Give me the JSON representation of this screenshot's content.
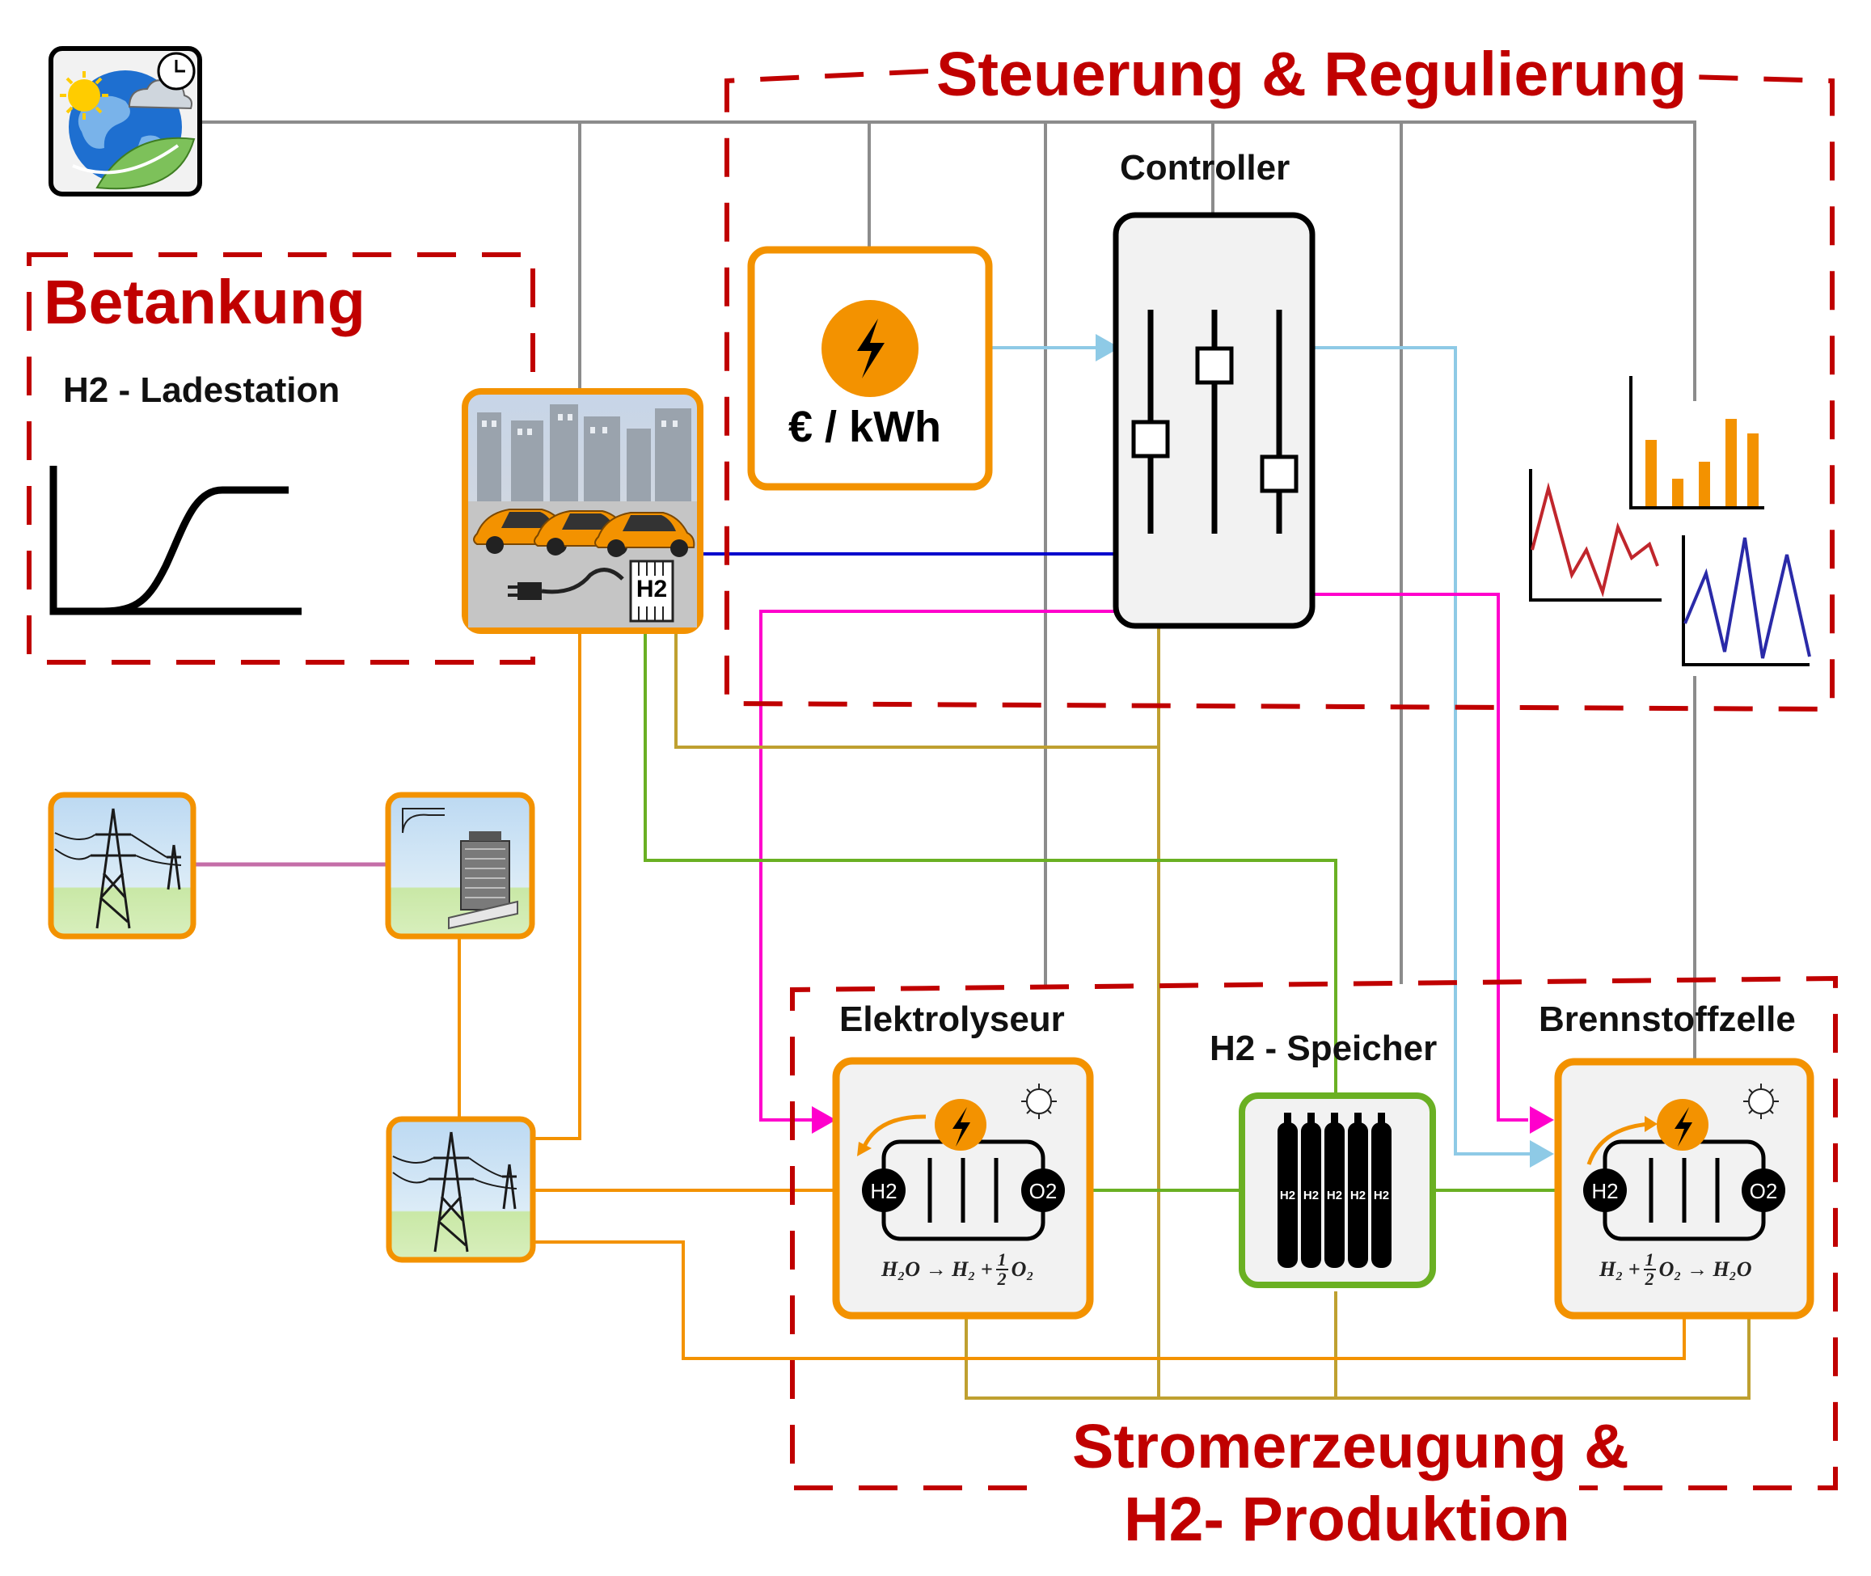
{
  "colors": {
    "region_border": "#c00000",
    "node_border": "#f39200",
    "storage_border": "#6ab023",
    "controller_fill": "#f2f2f2",
    "info_line": "#8c8c8c",
    "price_line": "#8ecae6",
    "fuel_line": "#0000cc",
    "command_line": "#ff00cc",
    "electric_line": "#f39200",
    "hydrogen_line": "#6ab023",
    "measure_line": "#bfa030",
    "grid_link": "#c46ea8"
  },
  "regions": {
    "control": "Steuerung & Regulierung",
    "refuel": "Betankung",
    "production_line1": "Stromerzeugung &",
    "production_line2": "H2- Produktion"
  },
  "nodes": {
    "weather": {
      "icon": "weather-globe-clock-icon"
    },
    "price": {
      "label": "€ / kWh",
      "icon": "lightning-bolt-icon"
    },
    "controller": {
      "label": "Controller",
      "icon": "slider-controls-icon"
    },
    "station": {
      "label": "H2 - Ladestation",
      "badge": "H2",
      "icon": "city-cars-hydrogen-icon"
    },
    "grid1": {
      "icon": "power-pylon-icon"
    },
    "transformer": {
      "icon": "transformer-icon"
    },
    "grid2": {
      "icon": "power-pylon-icon"
    },
    "electrolyzer": {
      "label": "Elektrolyseur",
      "left_port": "H2",
      "right_port": "O2",
      "formula_parts": [
        "H₂O → H₂ +",
        "1",
        "2",
        "O₂"
      ],
      "icon": "electrolyzer-cell-icon"
    },
    "storage": {
      "label": "H2 - Speicher",
      "tanks": [
        "H2",
        "H2",
        "H2",
        "H2",
        "H2"
      ],
      "icon": "gas-cylinders-icon"
    },
    "fuelcell": {
      "label": "Brennstoffzelle",
      "left_port": "H2",
      "right_port": "O2",
      "formula_parts": [
        "H₂ +",
        "1",
        "2",
        "O₂ → H₂O"
      ],
      "icon": "fuel-cell-icon"
    }
  },
  "charts": {
    "demand_profile": {
      "type": "line",
      "shape": "s-curve ramp"
    },
    "bar_series": {
      "type": "bar",
      "color": "#f39200"
    },
    "red_series": {
      "type": "line",
      "color": "#c0262c"
    },
    "blue_series": {
      "type": "line",
      "color": "#2a2aa8"
    }
  }
}
